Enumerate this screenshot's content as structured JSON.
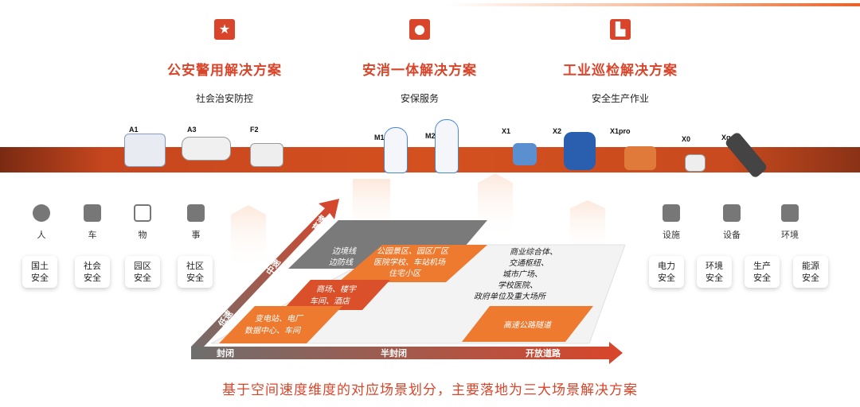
{
  "solutions": [
    {
      "icon": "police-badge-icon",
      "title": "公安警用解决方案",
      "subtitle": "社会治安防控"
    },
    {
      "icon": "team-icon",
      "title": "安消一体解决方案",
      "subtitle": "安保服务"
    },
    {
      "icon": "factory-icon",
      "title": "工业巡检解决方案",
      "subtitle": "安全生产作业"
    }
  ],
  "robots": [
    "A1",
    "A3",
    "F2",
    "M1",
    "M2",
    "X1",
    "X2",
    "X1pro",
    "X0",
    "Xg"
  ],
  "left_categories": [
    "人",
    "车",
    "物",
    "事"
  ],
  "left_domains": [
    [
      "国土",
      "安全"
    ],
    [
      "社会",
      "安全"
    ],
    [
      "园区",
      "安全"
    ],
    [
      "社区",
      "安全"
    ]
  ],
  "right_categories": [
    "设施",
    "设备",
    "环境"
  ],
  "right_domains": [
    [
      "电力",
      "安全"
    ],
    [
      "环境",
      "安全"
    ],
    [
      "生产",
      "安全"
    ],
    [
      "能源",
      "安全"
    ]
  ],
  "diagram": {
    "speed_axis": [
      "高速",
      "中速",
      "低速"
    ],
    "road_axis": [
      "封闭",
      "半封闭",
      "开放道路"
    ],
    "high": [
      "边境线",
      "边防线"
    ],
    "mid_open": [
      "公园景区、园区厂区",
      "医院学校、车站机场",
      "住宅小区"
    ],
    "mid": [
      "商场、楼宇",
      "车间、酒店"
    ],
    "low": [
      "变电站、电厂",
      "数据中心、车间"
    ],
    "open": [
      "商业综合体、",
      "交通枢纽、",
      "城市广场、",
      "学校医院、",
      "政府单位及重大场所"
    ],
    "highway": "高速公路隧道"
  },
  "caption": "基于空间速度维度的对应场景划分，主要落地为三大场景解决方案",
  "colors": {
    "accent": "#d9452a",
    "orange": "#ee7a30",
    "gray": "#7a7a7a"
  }
}
